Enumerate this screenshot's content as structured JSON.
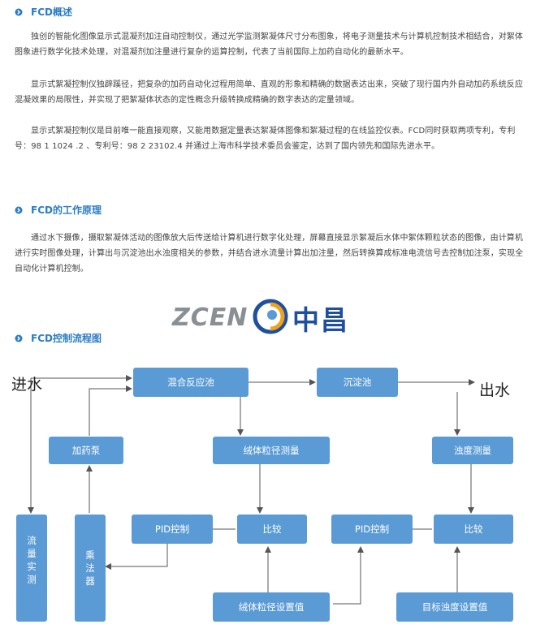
{
  "sections": {
    "overview": {
      "title": "FCD概述",
      "paragraphs": [
        "独创的智能化图像显示式混凝剂加注自动控制仪，通过光学监测絮凝体尺寸分布图象，将电子测量技术与计算机控制技术相结合，对絮体图象进行数学化技术处理，对混凝剂加注量进行复杂的运算控制，代表了当前国际上加药自动化的最新水平。",
        "显示式絮凝控制仪独辟蹊径，把复杂的加药自动化过程用简单、直观的形象和精确的数据表达出来，突破了现行国内外自动加药系统反应混凝效果的局限性，并实现了把絮凝体状态的定性概念升级转换成精确的数字表达的定量领域。",
        "显示式絮凝控制仪是目前唯一能直接观察，又能用数据定量表达絮凝体图像和絮凝过程的在线监控仪表。FCD同时获取两项专利，专利号：98 1 1024 .2 、专利号：98 2 23102.4 并通过上海市科学技术委员会鉴定，达到了国内领先和国际先进水平。"
      ]
    },
    "principle": {
      "title": "FCD的工作原理",
      "paragraphs": [
        "通过水下摄像，摄取絮凝体活动的图像放大后传送给计算机进行数字化处理，屏幕直接显示絮凝后水体中絮体颗粒状态的图像，由计算机进行实时图像处理，计算出与沉淀池出水浊度相关的参数，并结合进水流量计算出加注量，然后转换算成标准电流信号去控制加注泵，实现全自动化计算机控制。"
      ]
    },
    "flowchart": {
      "title": "FCD控制流程图"
    }
  },
  "logo": {
    "latin": "ZCEN",
    "chinese": "中昌"
  },
  "flow": {
    "inlet": "进水",
    "outlet": "出水",
    "nodes": {
      "mixing": "混合反应池",
      "sedimentation": "沉淀池",
      "dosing_pump": "加药泵",
      "floc_measure": "绒体粒径测量",
      "turbidity_measure": "浊度测量",
      "flow_measure": "流量实测",
      "multiplier": "乘法器",
      "pid_left": "PID控制",
      "compare_left": "比较",
      "pid_right": "PID控制",
      "compare_right": "比较",
      "floc_setpoint": "绒体粒径设置值",
      "turbidity_setpoint": "目标浊度设置值"
    }
  },
  "colors": {
    "accent": "#2b7cc4",
    "box": "#5b9bd5",
    "logo_blue": "#1f4fa0",
    "logo_gray": "#8a8f95"
  }
}
